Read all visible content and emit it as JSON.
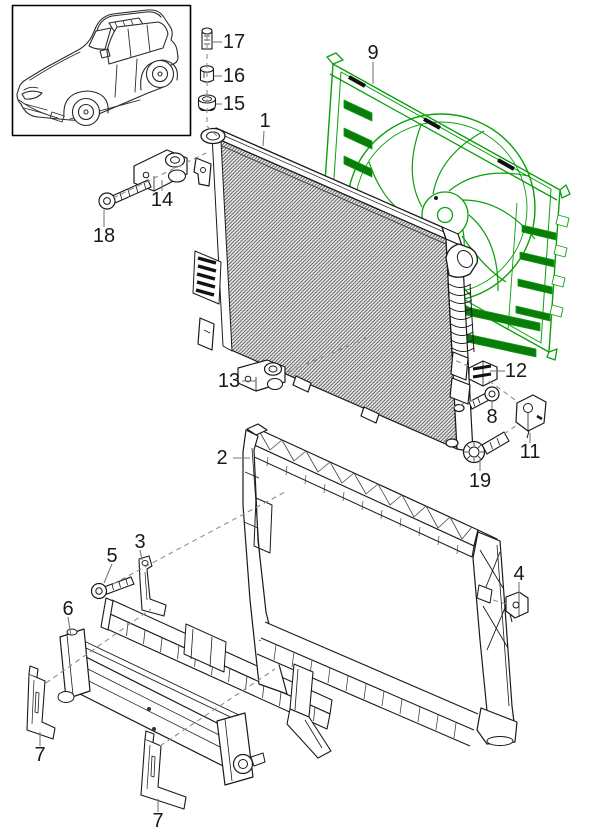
{
  "colors": {
    "background": "#ffffff",
    "line": "#1a1a1a",
    "highlight": "#0aa00a",
    "highlight_fill": "#0a7c0a",
    "leader": "#8c8c8c"
  },
  "callouts": [
    {
      "label": "17"
    },
    {
      "label": "16"
    },
    {
      "label": "15"
    },
    {
      "label": "9"
    },
    {
      "label": "1"
    },
    {
      "label": "14"
    },
    {
      "label": "18"
    },
    {
      "label": "13"
    },
    {
      "label": "2"
    },
    {
      "label": "12"
    },
    {
      "label": "8"
    },
    {
      "label": "11"
    },
    {
      "label": "19"
    },
    {
      "label": "5"
    },
    {
      "label": "3"
    },
    {
      "label": "4"
    },
    {
      "label": "6"
    },
    {
      "label": "7"
    },
    {
      "label": "7"
    }
  ]
}
